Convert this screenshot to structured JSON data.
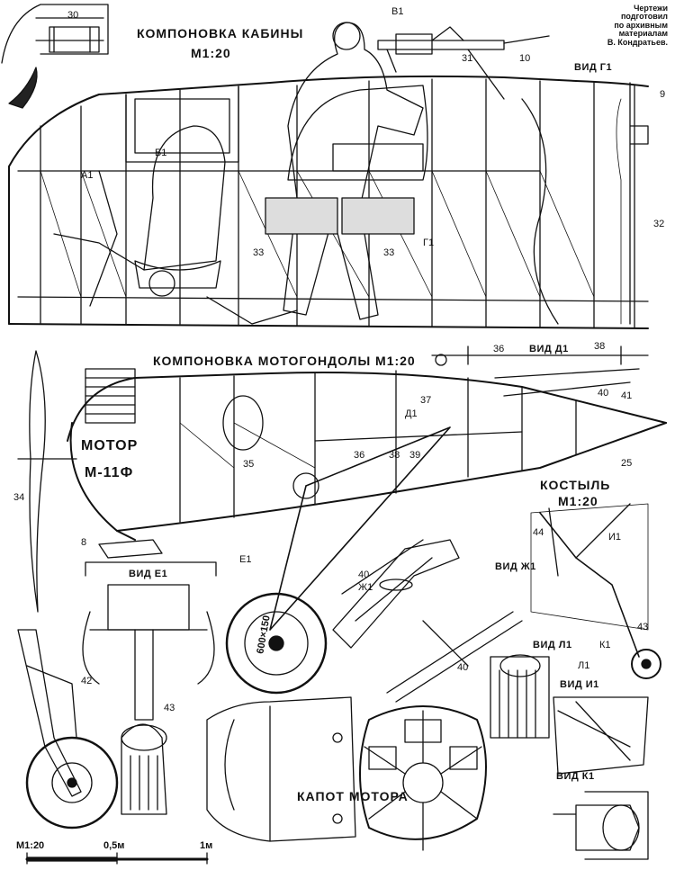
{
  "credits": [
    "Чертежи",
    "подготовил",
    "по архивным",
    "материалам",
    "В. Кондратьев."
  ],
  "cabin": {
    "title": "КОМПОНОВКА КАБИНЫ",
    "scale": "M1:20"
  },
  "nacelle": {
    "title": "КОМПОНОВКА МОТОГОНДОЛЫ M1:20"
  },
  "motor": {
    "label": "МОТОР",
    "model": "М-11Ф"
  },
  "tailskid": {
    "title": "КОСТЫЛЬ",
    "scale": "M1:20"
  },
  "cowl": {
    "title": "КАПОТ МОТОРА"
  },
  "wheel_text": "600×150",
  "views": {
    "g": "ВИД Г1",
    "d": "ВИД Д1",
    "e": "ВИД Е1",
    "zh": "ВИД Ж1",
    "l": "ВИД Л1",
    "i": "ВИД И1",
    "k": "ВИД К1"
  },
  "arrows": {
    "a": "А1",
    "b": "Б1",
    "v": "В1",
    "g": "Г1",
    "d": "Д1",
    "e": "Е1",
    "zh": "Ж1",
    "i": "И1",
    "k": "К1",
    "l": "Л1"
  },
  "numbers": {
    "n30": "30",
    "n31": "31",
    "n10": "10",
    "n9": "9",
    "n32": "32",
    "n33a": "33",
    "n33b": "33",
    "n36a": "36",
    "n38a": "38",
    "n40a": "40",
    "n41": "41",
    "n37": "37",
    "n36b": "36",
    "n38b": "38",
    "n39": "39",
    "n25": "25",
    "n35": "35",
    "n34": "34",
    "n8": "8",
    "n44": "44",
    "n40b": "40",
    "n40c": "40",
    "n43a": "43",
    "n42": "42",
    "n43b": "43"
  },
  "scale_bar": {
    "m": "M1:20",
    "half": "0,5м",
    "one": "1м"
  }
}
